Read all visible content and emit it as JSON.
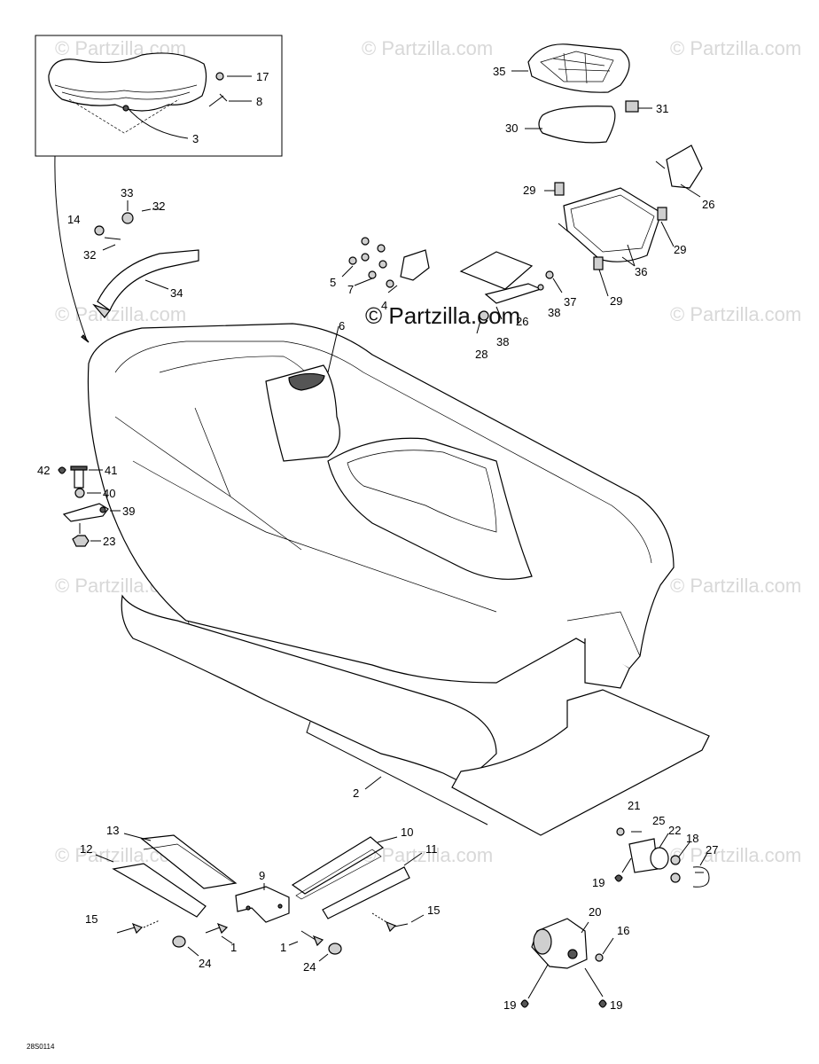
{
  "watermark": {
    "text": "© Partzilla.com",
    "center_text": "© Partzilla.com"
  },
  "diagram_code": "28S0114",
  "callouts": {
    "c1a": "1",
    "c1b": "1",
    "c2": "2",
    "c3": "3",
    "c4": "4",
    "c5": "5",
    "c6": "6",
    "c7": "7",
    "c8": "8",
    "c9": "9",
    "c10": "10",
    "c11": "11",
    "c12": "12",
    "c13": "13",
    "c14": "14",
    "c15a": "15",
    "c15b": "15",
    "c16": "16",
    "c17": "17",
    "c18": "18",
    "c19a": "19",
    "c19b": "19",
    "c19c": "19",
    "c20": "20",
    "c21": "21",
    "c22": "22",
    "c23": "23",
    "c24a": "24",
    "c24b": "24",
    "c25": "25",
    "c26a": "26",
    "c26b": "26",
    "c27": "27",
    "c28": "28",
    "c29a": "29",
    "c29b": "29",
    "c29c": "29",
    "c30": "30",
    "c31": "31",
    "c32a": "32",
    "c32b": "32",
    "c33": "33",
    "c34": "34",
    "c35": "35",
    "c36": "36",
    "c37": "37",
    "c38a": "38",
    "c38b": "38",
    "c39": "39",
    "c40": "40",
    "c41": "41",
    "c42": "42"
  }
}
